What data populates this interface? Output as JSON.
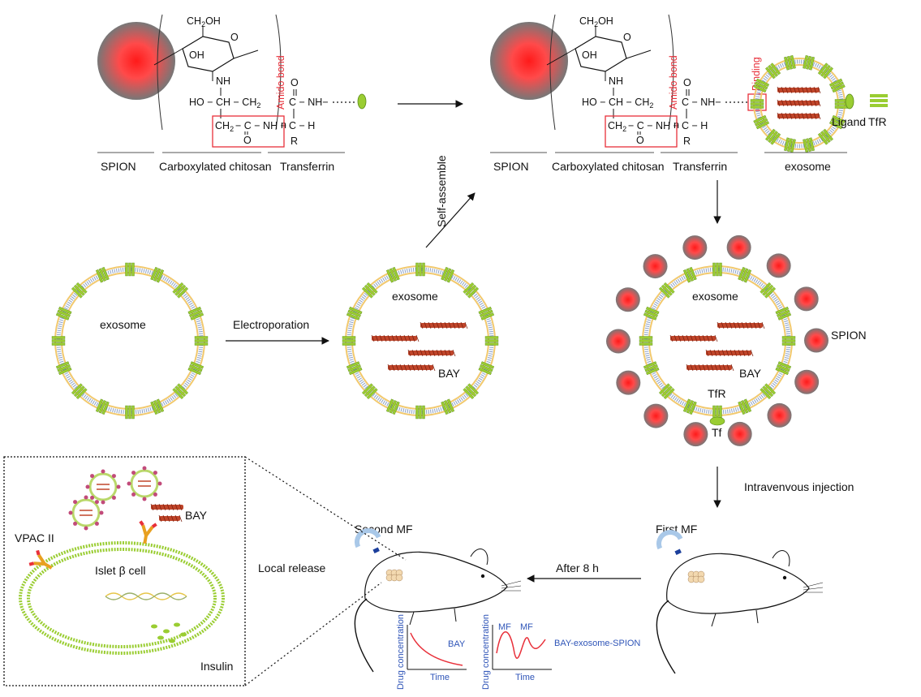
{
  "colors": {
    "spion_core": "#ff2a2a",
    "spion_shell": "#777777",
    "membrane": "#f2c96e",
    "receptor": "#9acd32",
    "drug": "#c0452a",
    "highlight": "#e8303a",
    "graph_curve": "#e8303a",
    "graph_text": "#2f55b8"
  },
  "top_left": {
    "chem": {
      "ch2oh": "CH",
      "ch2oh_sub": "2",
      "ch2oh_end": "OH",
      "oh": "OH",
      "o": "O",
      "nh": "NH",
      "n": "n",
      "ho_ch_ch2": "HO − CH − CH",
      "ch2_sub": "2",
      "ch2": "CH",
      "c_o_nh": "− C − NH −",
      "c_h": "C − H",
      "r": "R",
      "o_double": "O",
      "c_nh": "C − NH−",
      "o_top": "O",
      "amido_bond": "Amido bond"
    },
    "labels": {
      "spion": "SPION",
      "chitosan": "Carboxylated chitosan",
      "transferrin": "Transferrin"
    }
  },
  "top_right": {
    "labels": {
      "spion": "SPION",
      "chitosan": "Carboxylated chitosan",
      "transferrin": "Transferrin",
      "exosome": "exosome",
      "binding": "Binding",
      "ligand": "Ligand",
      "tfr": "TfR",
      "amido_bond": "Amido bond"
    }
  },
  "middle": {
    "exosome_empty": "exosome",
    "electroporation": "Electroporation",
    "exosome_loaded": "exosome",
    "bay_loaded": "BAY",
    "self_assemble": "Self-assemble",
    "exosome_final": "exosome",
    "bay_final": "BAY",
    "spion": "SPION",
    "tfr": "TfR",
    "tf": "Tf"
  },
  "bottom": {
    "intravenous": "Intravenvous injection",
    "first_mf": "First MF",
    "after_8h": "After 8 h",
    "second_mf": "Second MF",
    "local_release": "Local release",
    "inset": {
      "bay": "BAY",
      "vpac": "VPAC II",
      "islet": "Islet β cell",
      "insulin": "Insulin"
    },
    "graph1": {
      "ylabel": "Drug concentration",
      "xlabel": "Time",
      "series": "BAY"
    },
    "graph2": {
      "ylabel": "Drug concentration",
      "xlabel": "Time",
      "series": "BAY-exosome-SPION",
      "mf1": "MF",
      "mf2": "MF"
    }
  }
}
